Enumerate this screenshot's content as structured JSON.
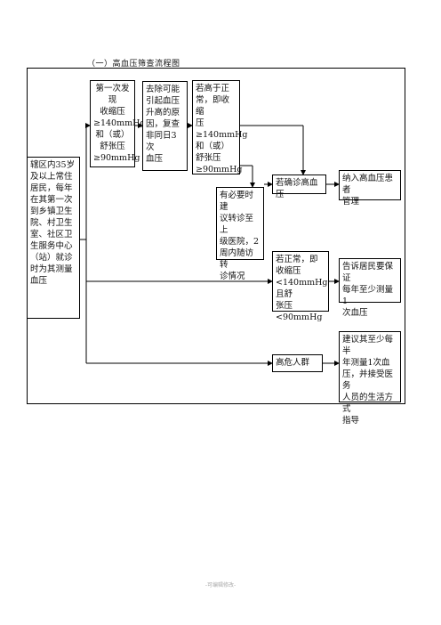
{
  "title": "（一）高血压筛查流程图",
  "boxes": {
    "start": "辖区内35岁\n及以上常住\n居民，每年\n在其第一次\n到乡镇卫生\n院、村卫生\n室、社区卫\n生服务中心\n（站）就诊\n时为其测量\n血压",
    "first_found": "第一次发现\n收缩压\n≥140mmHg\n和（或）\n舒张压\n≥90mmHg",
    "recheck": "去除可能\n引起血压\n升高的原\n因，复查\n非同日3次\n血压",
    "above_normal": "若高于正\n常，即收缩\n压\n≥140mmHg\n和（或）\n舒张压\n≥90mmHg",
    "referral": "有必要时建\n议转诊至上\n级医院，2\n周内随访转\n诊情况",
    "confirmed": "若确诊高血压",
    "manage": "纳入高血压患者\n管理",
    "normal": "若正常，即\n收缩压\n<140mmHg且舒\n张压<90mmHg",
    "inform": "告诉居民要保证\n每年至少测量1\n次血压",
    "high_risk": "高危人群",
    "advise": "建议其至少每半\n年测量1次血\n压，并接受医务\n人员的生活方式\n指导"
  },
  "footer": "-可编辑修改-"
}
